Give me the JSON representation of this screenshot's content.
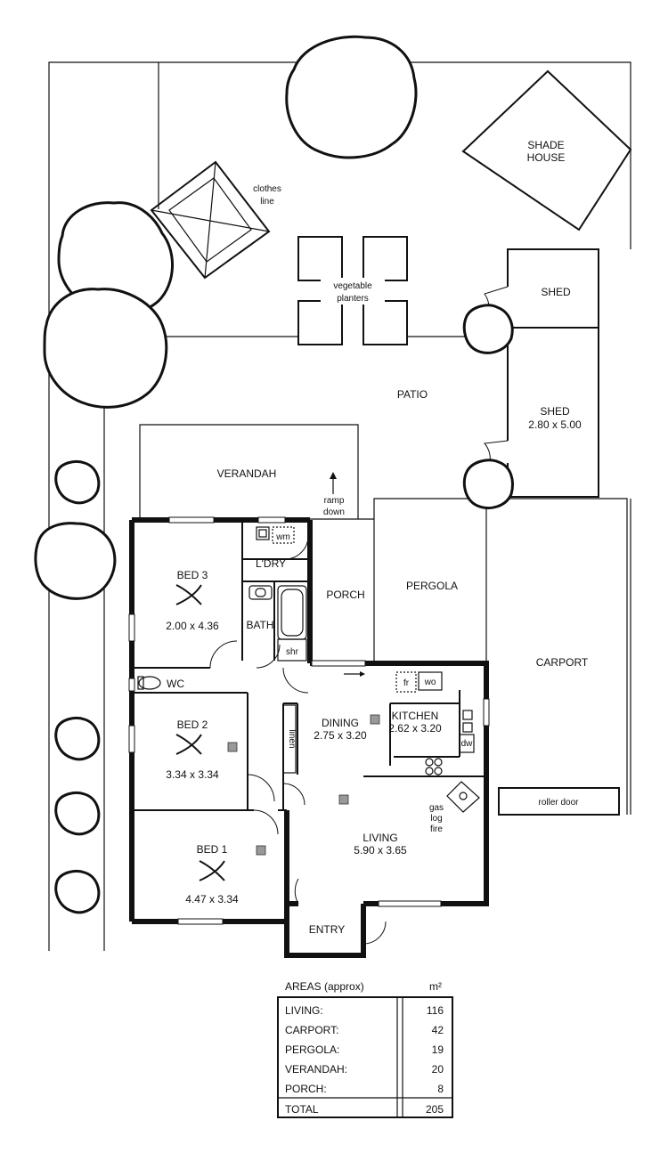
{
  "labels": {
    "shade_house_1": "SHADE",
    "shade_house_2": "HOUSE",
    "clothes_line_1": "clothes",
    "clothes_line_2": "line",
    "vegetable_1": "vegetable",
    "vegetable_2": "planters",
    "shed_top": "SHED",
    "shed_lower": "SHED",
    "shed_lower_size": "2.80 x 5.00",
    "patio": "PATIO",
    "verandah": "VERANDAH",
    "ramp_1": "ramp",
    "ramp_2": "down",
    "wm": "wm",
    "laundry": "L'DRY",
    "bath": "BATH",
    "shr": "shr",
    "porch": "PORCH",
    "pergola": "PERGOLA",
    "carport": "CARPORT",
    "bed3": "BED 3",
    "bed3_size": "2.00 x 4.36",
    "wc": "WC",
    "fr": "fr",
    "wo": "wo",
    "dining": "DINING",
    "dining_size": "2.75 x 3.20",
    "kitchen": "KITCHEN",
    "kitchen_size": "2.62 x 3.20",
    "dw": "dw",
    "linen": "linen",
    "bed2": "BED 2",
    "bed2_size": "3.34 x 3.34",
    "gas_1": "gas",
    "gas_2": "log",
    "gas_3": "fire",
    "roller_door": "roller door",
    "living": "LIVING",
    "living_size": "5.90 x 3.65",
    "bed1": "BED 1",
    "bed1_size": "4.47 x 3.34",
    "entry": "ENTRY"
  },
  "areas": {
    "title": "AREAS (approx)",
    "unit": "m²",
    "rows": [
      {
        "name": "LIVING:",
        "value": "116"
      },
      {
        "name": "CARPORT:",
        "value": "42"
      },
      {
        "name": "PERGOLA:",
        "value": "19"
      },
      {
        "name": "VERANDAH:",
        "value": "20"
      },
      {
        "name": "PORCH:",
        "value": "8"
      }
    ],
    "total_label": "TOTAL",
    "total_value": "205"
  }
}
